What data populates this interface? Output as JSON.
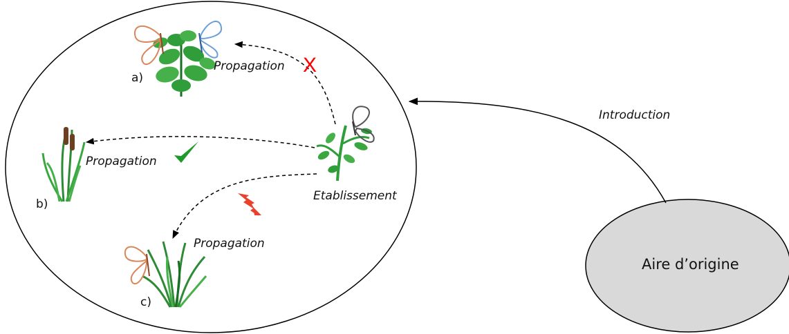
{
  "diagram": {
    "origin_area_label": "Aire d’origine",
    "introduction_label": "Introduction",
    "establishment_label": "Etablissement",
    "branches": [
      {
        "letter": "a)",
        "propagation_label": "Propagation",
        "outcome": "failure",
        "outcome_icon": "red-x-icon",
        "outcome_text": "X"
      },
      {
        "letter": "b)",
        "propagation_label": "Propagation",
        "outcome": "success",
        "outcome_icon": "green-check-icon"
      },
      {
        "letter": "c)",
        "propagation_label": "Propagation",
        "outcome": "reduced",
        "outcome_icon": "red-down-zigzag-arrow-icon"
      }
    ],
    "colors": {
      "origin_fill": "#d9d9d9",
      "outline": "#000000",
      "failure": "#ff0000",
      "success": "#1f9a2a",
      "reduced": "#e8412c",
      "plant_green": "#2f9e3a",
      "butterfly_orange": "#d9865a",
      "butterfly_blue": "#6b9fd6",
      "butterfly_gray": "#555555"
    }
  }
}
